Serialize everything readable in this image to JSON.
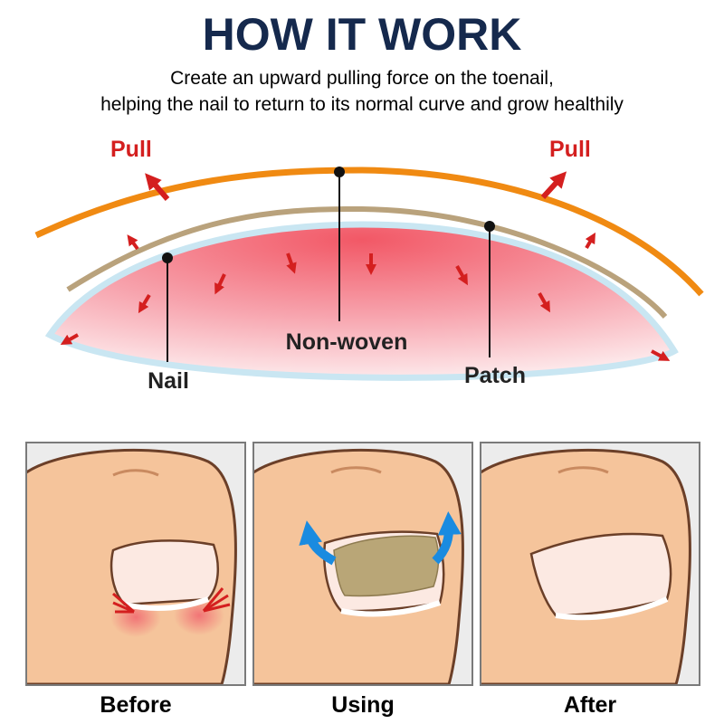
{
  "header": {
    "title": "HOW IT WORK",
    "subtitle_line1": "Create an upward pulling force on the toenail,",
    "subtitle_line2": "helping the nail to return to its normal curve and grow healthily"
  },
  "diagram": {
    "pull_left": "Pull",
    "pull_right": "Pull",
    "label_nonwoven": "Non-woven",
    "label_nail": "Nail",
    "label_patch": "Patch"
  },
  "panels": [
    {
      "caption": "Before"
    },
    {
      "caption": "Using"
    },
    {
      "caption": "After"
    }
  ],
  "colors": {
    "title": "#15294d",
    "pull": "#d41f1f",
    "nonwoven_arc": "#f08a12",
    "patch_arc": "#b9a27c",
    "nail_edge": "#c9e6f2",
    "skin": "#f5c49b",
    "skin_outline": "#6b3f28",
    "patch_fill": "#b9a677",
    "blue_arrow": "#1a8be0"
  }
}
